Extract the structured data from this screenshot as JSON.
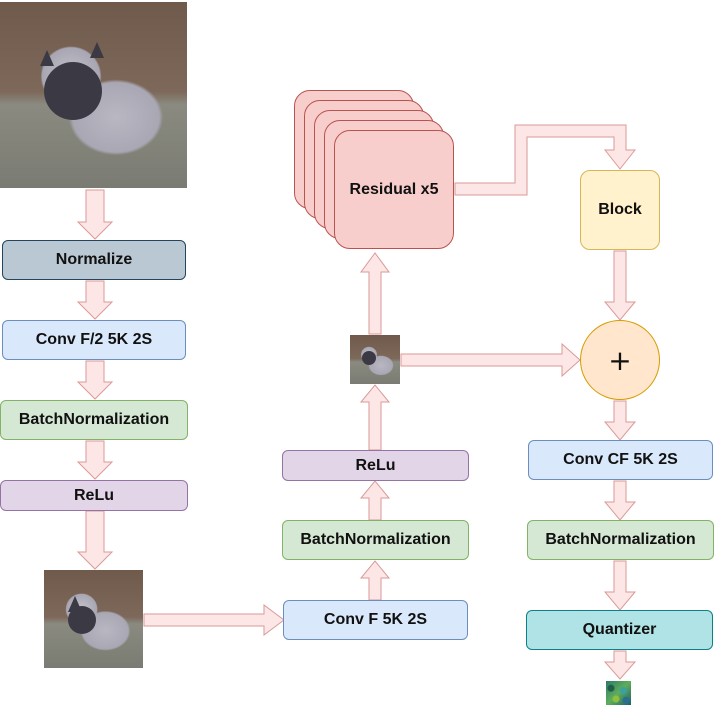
{
  "nodes": {
    "normalize": "Normalize",
    "conv_f2": "Conv F/2 5K 2S",
    "batchnorm_1": "BatchNormalization",
    "relu_1": "ReLu",
    "conv_f": "Conv F 5K 2S",
    "batchnorm_2": "BatchNormalization",
    "relu_2": "ReLu",
    "residual": "Residual x5",
    "block": "Block",
    "add": "+",
    "conv_cf": "Conv CF 5K 2S",
    "batchnorm_3": "BatchNormalization",
    "quantizer": "Quantizer"
  },
  "colors": {
    "arrow_fill": "#fde7e6",
    "arrow_stroke": "#d99a97",
    "normalize": "#bac8d3",
    "conv": "#dae8fc",
    "batchnorm": "#d5e8d4",
    "relu": "#e1d5e7",
    "residual": "#f8cecc",
    "block": "#fff2cc",
    "add": "#ffe6cc",
    "quantizer": "#b0e3e6"
  },
  "images": {
    "input": "cat-photo-input",
    "feature_1": "cat-photo-downsampled",
    "feature_2": "cat-photo-small",
    "output": "quantized-code-map"
  }
}
